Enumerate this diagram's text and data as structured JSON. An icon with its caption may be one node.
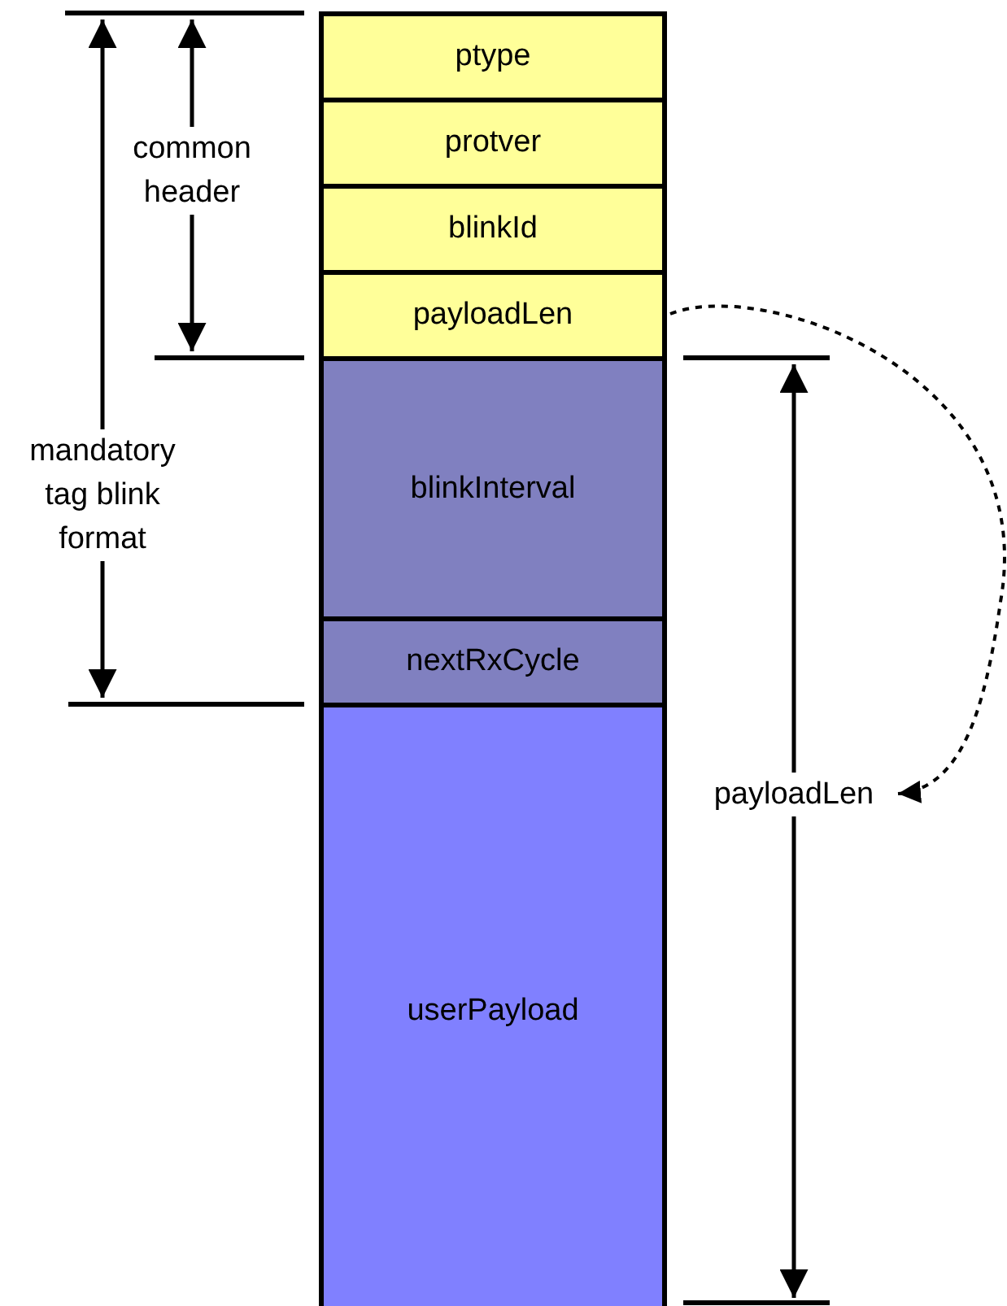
{
  "diagram": {
    "nodes": [
      {
        "text": [
          "ptype"
        ]
      },
      {
        "text": [
          "protver"
        ]
      },
      {
        "text": [
          "blinkId"
        ]
      },
      {
        "text": [
          "payloadLen"
        ]
      },
      {
        "text": [
          "blinkInterval"
        ]
      },
      {
        "text": [
          "nextRxCycle"
        ]
      },
      {
        "text": [
          "userPayload"
        ]
      },
      {
        "text": [
          "payloadLen"
        ]
      }
    ],
    "edges": [
      {
        "from": 3,
        "to": 7,
        "arrow": "to",
        "style": "dashed"
      }
    ],
    "labels": [
      "common header",
      "mandatory tag blink format"
    ]
  }
}
